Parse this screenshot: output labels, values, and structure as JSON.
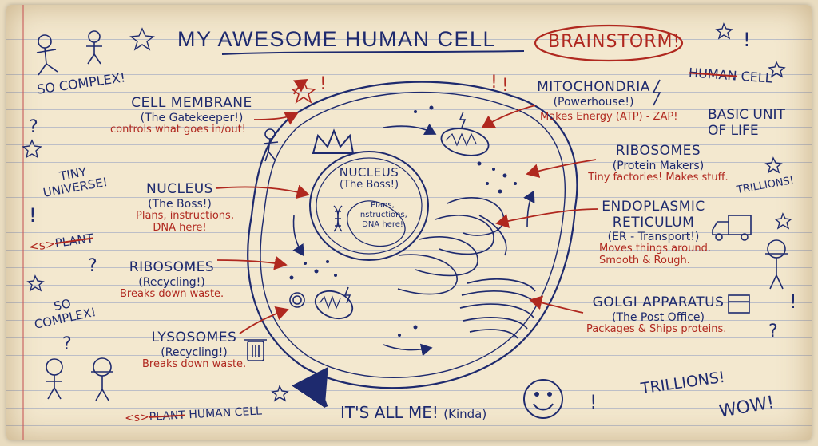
{
  "title": "MY AWESOME HUMAN CELL",
  "title_badge": "BRAINSTORM!",
  "doodles": {
    "so_complex_1": "SO COMPLEX!",
    "tiny_universe": "TINY UNIVERSE!",
    "plant_crossed": "PLANT",
    "plant_prefix": "<s>",
    "so_complex_2": "SO COMPLEX!",
    "human_cell_crossed": "HUMAN",
    "human_cell_rest": "CELL",
    "basic_unit": "BASIC UNIT OF LIFE",
    "trillions_1": "TRILLIONS!",
    "trillions_2": "TRILLIONS!",
    "wow": "WOW!",
    "footer_prefix": "<s>",
    "footer_plant": "PLANT",
    "footer_rest": "HUMAN CELL",
    "its_all_me": "IT'S ALL ME!",
    "kinda": "(Kinda)"
  },
  "labels": {
    "membrane": {
      "name": "CELL MEMBRANE",
      "sub": "(The Gatekeeper!)",
      "note": "controls what goes in/out!"
    },
    "nucleus_left": {
      "name": "NUCLEUS",
      "sub": "(The Boss!)",
      "note1": "Plans, instructions,",
      "note2": "DNA here!"
    },
    "ribosomes_left": {
      "name": "RIBOSOMES",
      "sub": "(Recycling!)",
      "note": "Breaks down waste."
    },
    "lysosomes": {
      "name": "LYSOSOMES",
      "sub": "(Recycling!)",
      "note": "Breaks down waste."
    },
    "mitochondria": {
      "name": "MITOCHONDRIA",
      "sub": "(Powerhouse!)",
      "note": "Makes Energy (ATP) - ZAP!"
    },
    "ribosomes_right": {
      "name": "RIBOSOMES",
      "sub": "(Protein Makers)",
      "note": "Tiny factories! Makes stuff."
    },
    "er": {
      "name1": "ENDOPLASMIC",
      "name2": "RETICULUM",
      "sub": "(ER - Transport!)",
      "note1": "Moves things around.",
      "note2": "Smooth & Rough."
    },
    "golgi": {
      "name": "GOLGI APPARATUS",
      "sub": "(The Post Office)",
      "note": "Packages & Ships proteins."
    }
  },
  "inner_nucleus": {
    "name": "NUCLEUS",
    "sub": "(The Boss!)",
    "bubble1": "Plans,",
    "bubble2": "instructions,",
    "bubble3": "DNA here!"
  },
  "colors": {
    "ink": "#1e2a6e",
    "red_ink": "#b0281f",
    "paper": "#f3e8cf"
  },
  "icons": [
    "crown-icon",
    "lightning-icon",
    "star-icon",
    "trash-icon",
    "truck-icon",
    "package-icon",
    "dna-icon",
    "stick-figure-icon",
    "question-mark-icon",
    "exclamation-icon"
  ]
}
